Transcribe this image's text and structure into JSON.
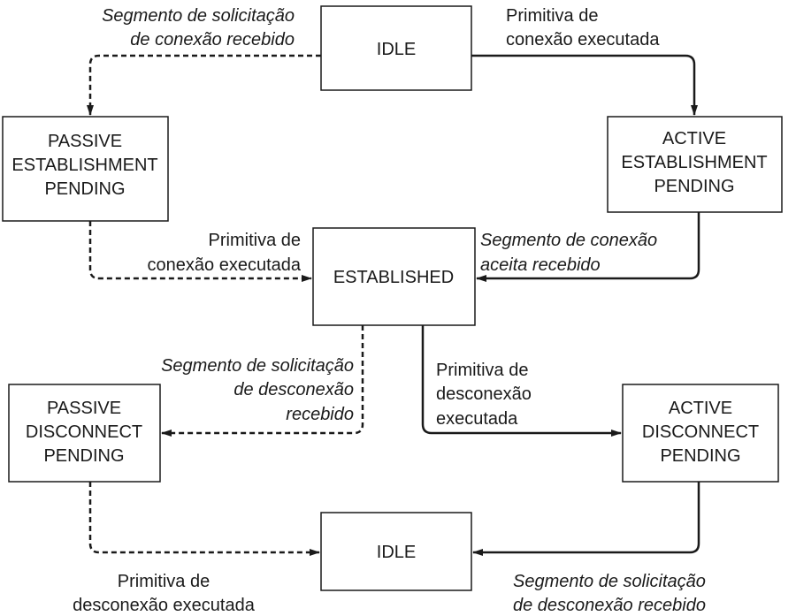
{
  "states": {
    "idle_top": [
      "IDLE"
    ],
    "passive_establishment": [
      "PASSIVE",
      "ESTABLISHMENT",
      "PENDING"
    ],
    "active_establishment": [
      "ACTIVE",
      "ESTABLISHMENT",
      "PENDING"
    ],
    "established": [
      "ESTABLISHED"
    ],
    "passive_disconnect": [
      "PASSIVE",
      "DISCONNECT",
      "PENDING"
    ],
    "active_disconnect": [
      "ACTIVE",
      "DISCONNECT",
      "PENDING"
    ],
    "idle_bottom": [
      "IDLE"
    ]
  },
  "transitions": {
    "idle_to_passive": [
      "Segmento de solicitação",
      "de conexão recebido"
    ],
    "idle_to_active": [
      "Primitiva de",
      "conexão executada"
    ],
    "passive_to_established": [
      "Primitiva de",
      "conexão executada"
    ],
    "active_to_established": [
      "Segmento de conexão",
      "aceita recebido"
    ],
    "established_to_passive_disc": [
      "Segmento de solicitação",
      "de desconexão",
      "recebido"
    ],
    "established_to_active_disc": [
      "Primitiva de",
      "desconexão",
      "executada"
    ],
    "passive_disc_to_idle": [
      "Primitiva de",
      "desconexão executada"
    ],
    "active_disc_to_idle": [
      "Segmento de solicitação",
      "de desconexão recebido"
    ]
  }
}
